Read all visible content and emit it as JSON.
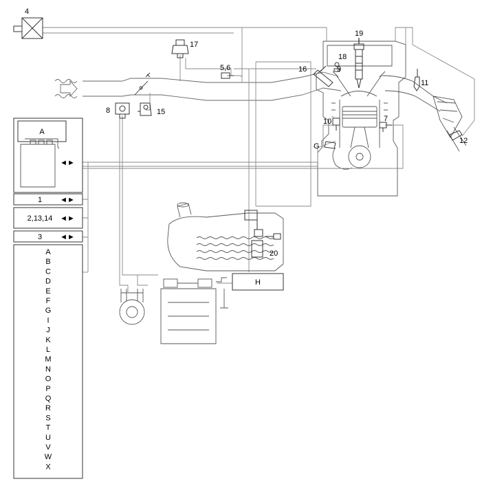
{
  "components": {
    "c4": "4",
    "c17": "17",
    "c56": "5,6",
    "c19": "19",
    "c18": "18",
    "c9": "9",
    "c16": "16",
    "c11": "11",
    "c8": "8",
    "c15": "15",
    "c10": "10",
    "c7": "7",
    "cG": "G",
    "c12": "12",
    "c20": "20"
  },
  "boxes": {
    "ecu": "A",
    "b1": "1",
    "b2": "2,13,14",
    "b3": "3",
    "h": "H"
  },
  "arrow_glyph": "◄►",
  "legend": [
    "A",
    "B",
    "C",
    "D",
    "E",
    "F",
    "G",
    "I",
    "J",
    "K",
    "L",
    "M",
    "N",
    "O",
    "P",
    "Q",
    "R",
    "S",
    "T",
    "U",
    "V",
    "W",
    "X"
  ]
}
